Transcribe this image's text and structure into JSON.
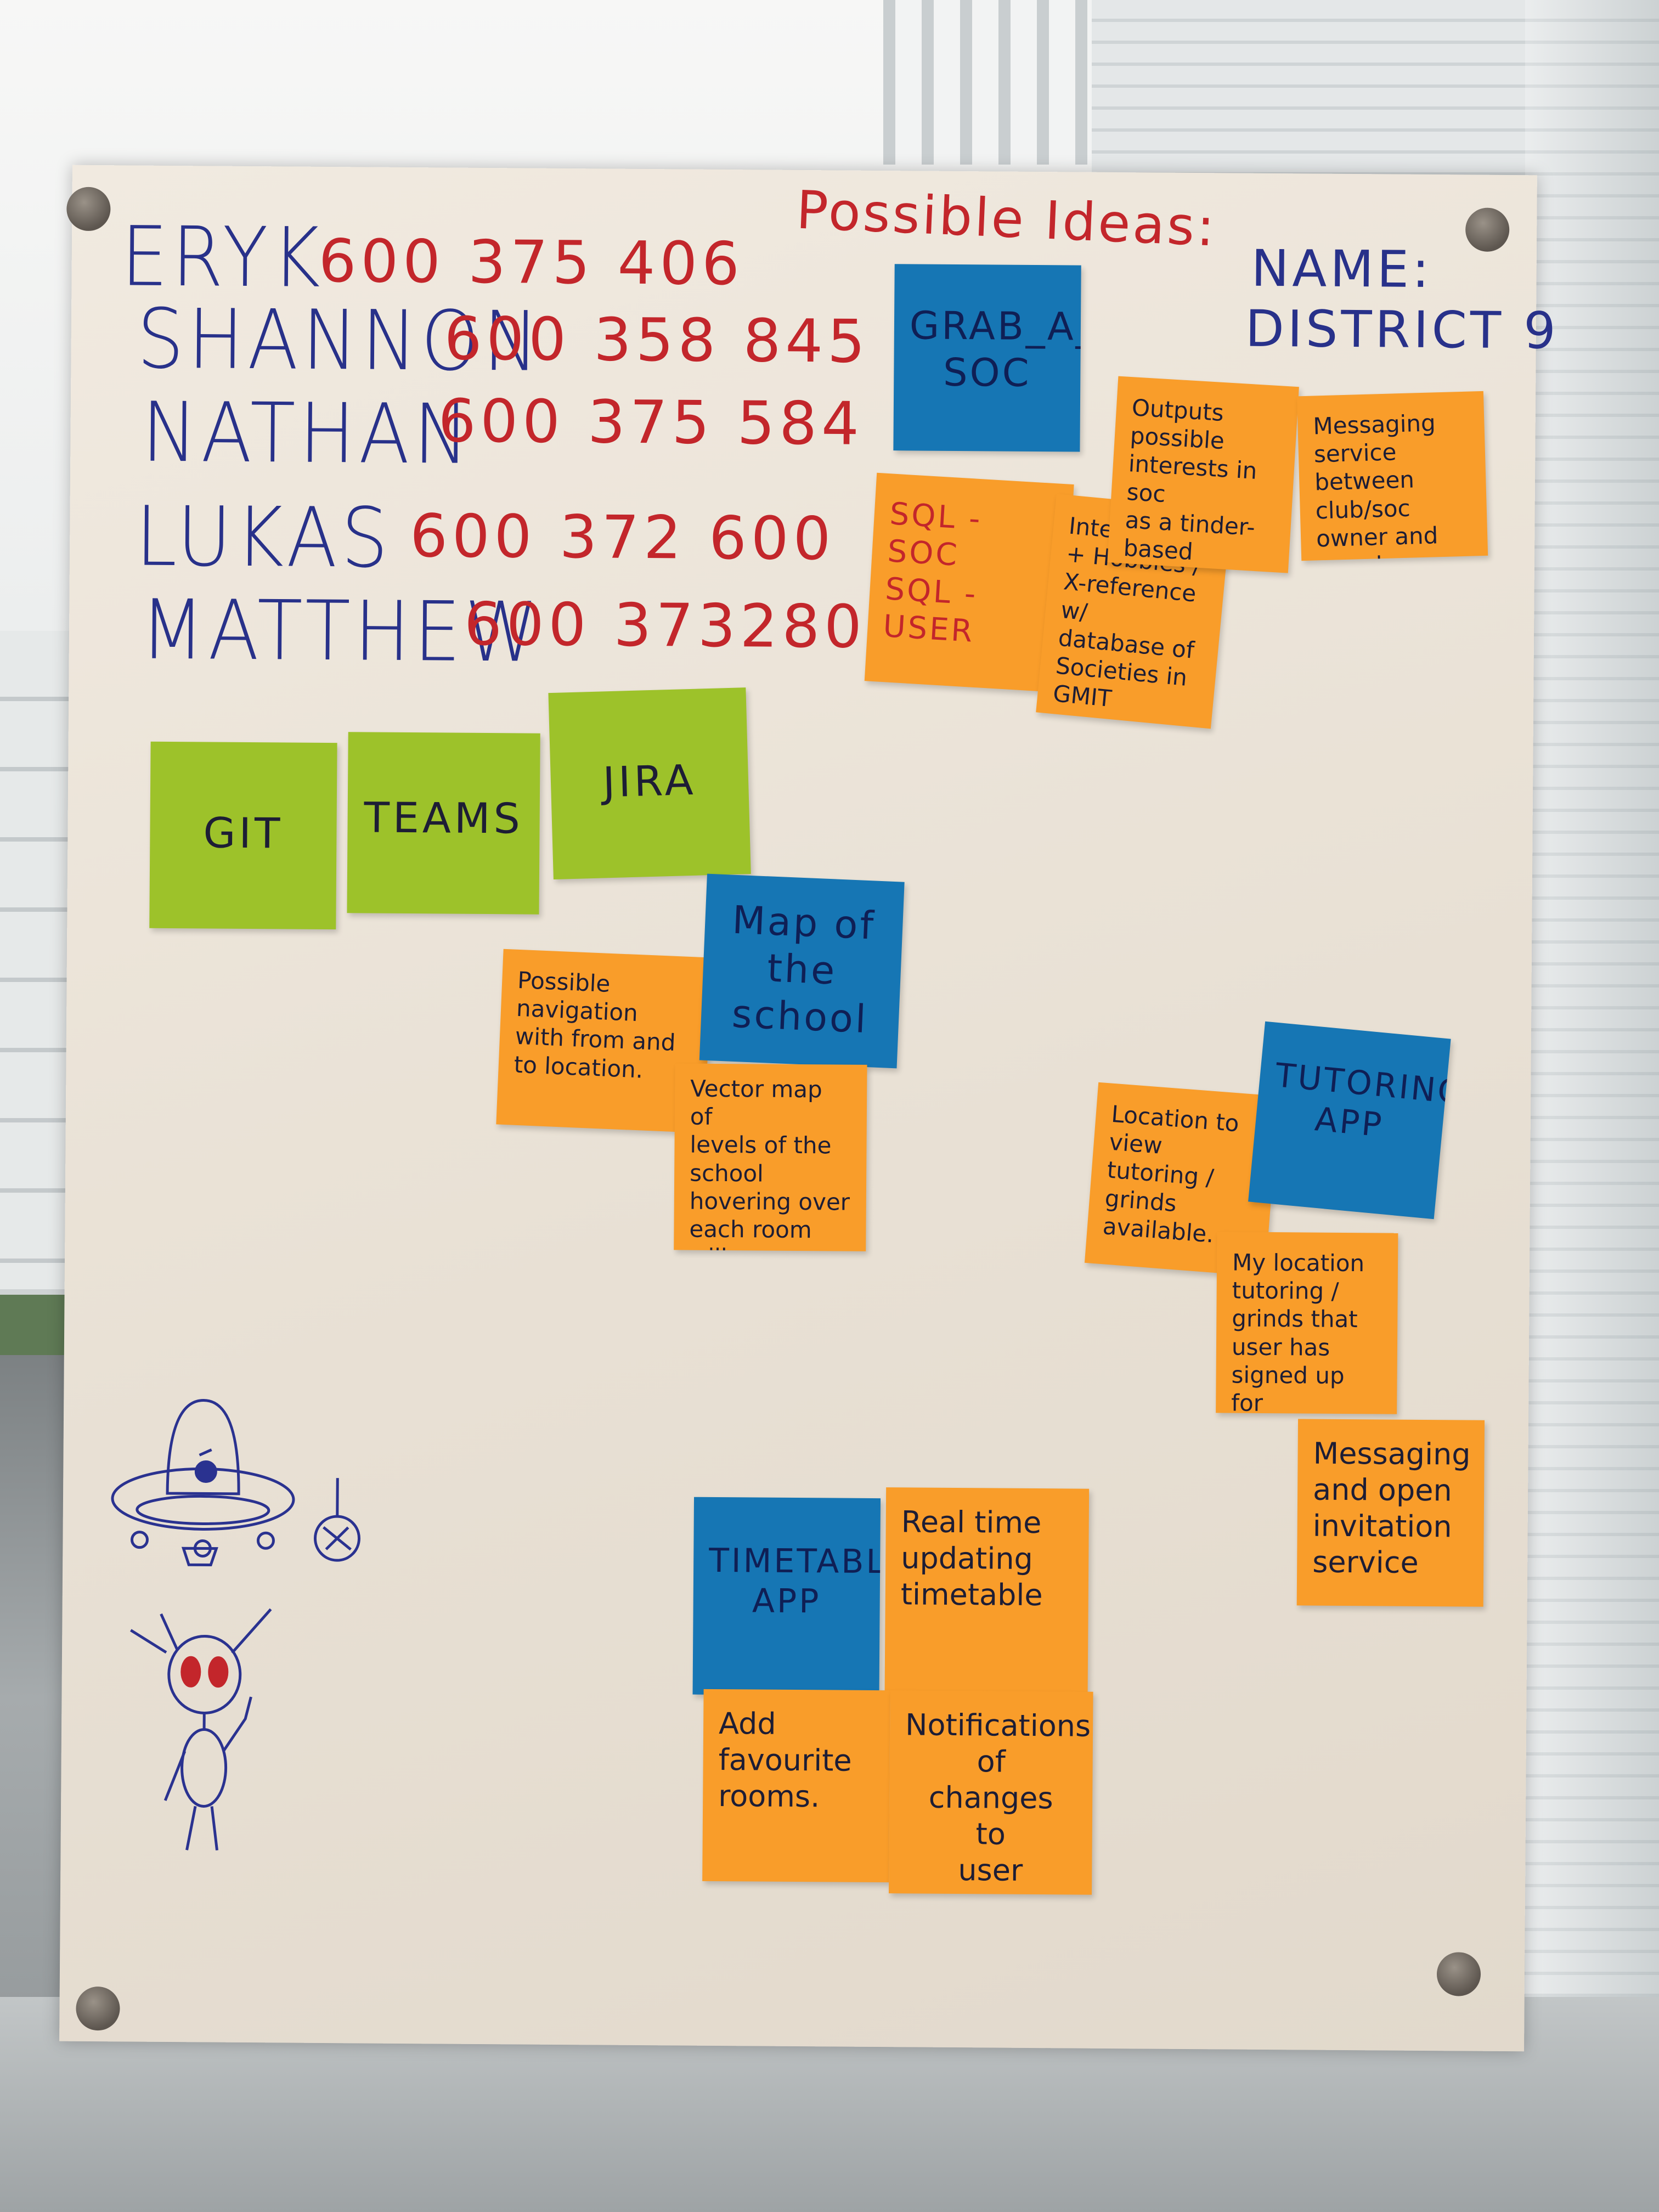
{
  "scene": "handwritten brainstorming poster with sticky notes",
  "team_header": {
    "name_label": "NAME:",
    "team_name": "DISTRICT 9"
  },
  "ideas_title": "Possible Ideas:",
  "members": [
    {
      "name": "ERYK",
      "number": "600 375 406"
    },
    {
      "name": "SHANNON",
      "number": "600 358 845"
    },
    {
      "name": "NATHAN",
      "number": "600 375 584"
    },
    {
      "name": "LUKAS",
      "number": "600 372 600"
    },
    {
      "name": "MATTHEW",
      "number": "600 373280"
    }
  ],
  "tools": [
    "GIT",
    "TEAMS",
    "JIRA"
  ],
  "ideas": {
    "grab_a_soc": {
      "title": "GRAB_A_\nSOC",
      "notes": [
        "SQL - SOC\nSQL - USER",
        "Outputs possible\ninterests in soc\nas a tinder-based\nscreen of swiping\nleft/right",
        "Messaging\nservice\nbetween\nclub/soc\nowner and\nmembers",
        "Interests\n+ Hobbies /\nX-reference w/\ndatabase of\nSocieties in\nGMIT"
      ]
    },
    "map": {
      "title": "Map of\nthe\nschool",
      "notes": [
        "Possible\nnavigation\nwith from and\nto location.",
        "Vector map of\nlevels of the school\nhovering over\neach room will\nindicate the #\nof room"
      ]
    },
    "tutoring": {
      "title": "TUTORING\nAPP",
      "notes": [
        "Location to\nview\ntutoring /\ngrinds\navailable.",
        "My location\ntutoring /\ngrinds that\nuser has\nsigned up\nfor",
        "Messaging\nand open\ninvitation\nservice"
      ]
    },
    "timetable": {
      "title": "TIMETABLE\nAPP",
      "notes": [
        "Real time\nupdating\ntimetable",
        "Add\nfavourite\nrooms.",
        "Notifications\nof\nchanges\nto\nuser"
      ]
    }
  },
  "colors": {
    "paper": "#ebe3d7",
    "ink_blue": "#28318a",
    "ink_red": "#c3262b",
    "note_green": "#9dc22a",
    "note_blue": "#1676b4",
    "note_orange": "#f99d2a"
  },
  "icons": [
    "ufo-doodle-icon",
    "alien-doodle-icon",
    "pushpin-icon"
  ]
}
